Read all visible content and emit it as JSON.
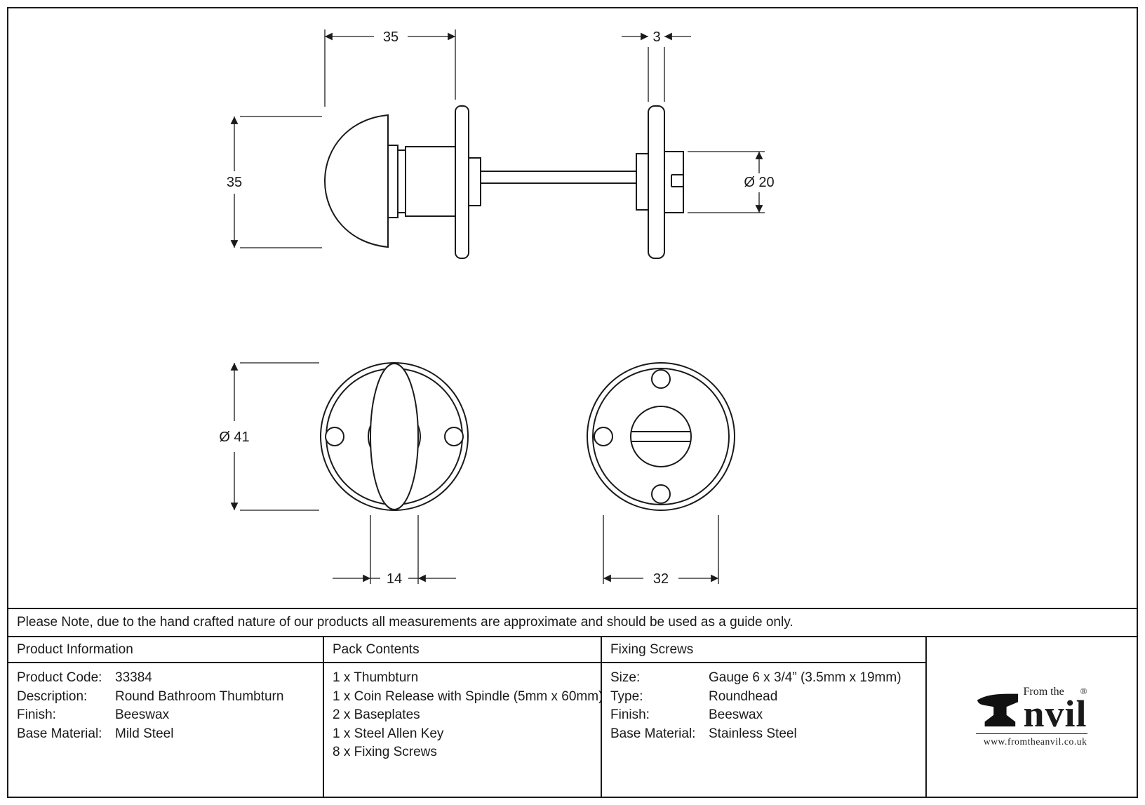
{
  "note": "Please Note, due to the hand crafted nature of our products all measurements are approximate and should be used as a guide only.",
  "drawing": {
    "dims": {
      "knob_width": "35",
      "plate_thickness": "3",
      "knob_height": "35",
      "coin_diameter": "Ø 20",
      "rose_diameter": "Ø 41",
      "turn_width": "14",
      "hole_pitch": "32"
    }
  },
  "table": {
    "product_info": {
      "header": "Product Information",
      "rows": [
        {
          "label": "Product Code:",
          "value": "33384"
        },
        {
          "label": "Description:",
          "value": "Round Bathroom Thumbturn"
        },
        {
          "label": "Finish:",
          "value": "Beeswax"
        },
        {
          "label": "Base Material:",
          "value": "Mild Steel"
        }
      ]
    },
    "pack_contents": {
      "header": "Pack Contents",
      "items": [
        "1 x Thumbturn",
        "1 x Coin Release with Spindle (5mm x 60mm)",
        "2 x Baseplates",
        "1 x Steel Allen Key",
        "8 x Fixing Screws"
      ]
    },
    "fixing_screws": {
      "header": "Fixing Screws",
      "rows": [
        {
          "label": "Size:",
          "value": "Gauge 6 x 3/4” (3.5mm x 19mm)"
        },
        {
          "label": "Type:",
          "value": "Roundhead"
        },
        {
          "label": "Finish:",
          "value": "Beeswax"
        },
        {
          "label": "Base Material:",
          "value": "Stainless Steel"
        }
      ]
    }
  },
  "logo": {
    "tagline": "From the",
    "name_rest": "nvil",
    "registered": "®",
    "website": "www.fromtheanvil.co.uk"
  }
}
